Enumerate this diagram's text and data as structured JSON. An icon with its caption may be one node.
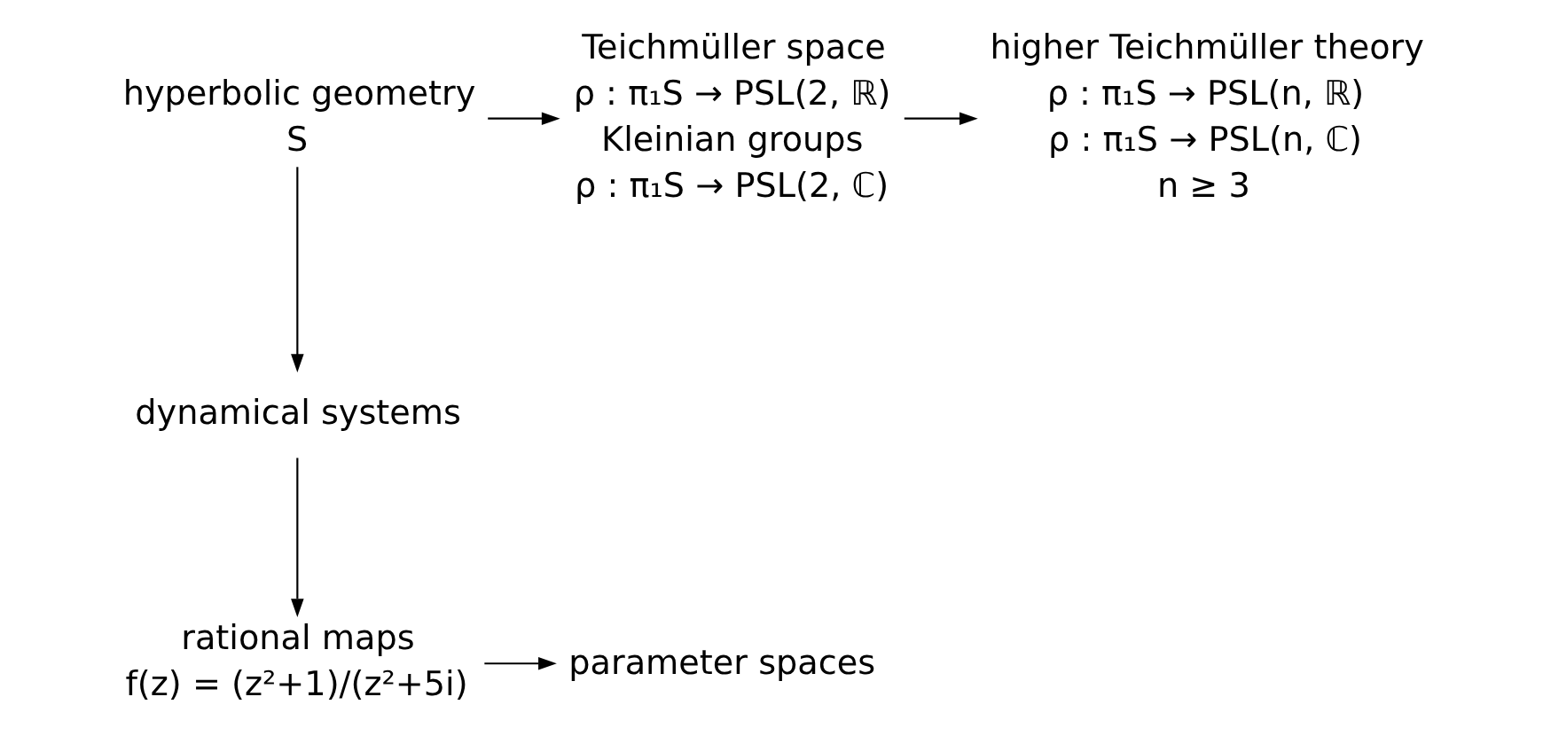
{
  "diagram": {
    "nodes": [
      {
        "text": [
          "hyperbolic geometry",
          "S"
        ]
      },
      {
        "text": [
          "Teichmüller space",
          "ρ : π₁S → PSL(2, ℝ)",
          "Kleinian groups",
          "ρ : π₁S → PSL(2, ℂ)"
        ]
      },
      {
        "text": [
          "higher Teichmüller theory",
          "ρ : π₁S → PSL(n, ℝ)",
          "ρ : π₁S → PSL(n, ℂ)",
          "n ≥ 3"
        ]
      },
      {
        "text": [
          "dynamical systems"
        ]
      },
      {
        "text": [
          "rational maps",
          "f(z) = (z²+1)/(z²+5i)"
        ]
      },
      {
        "text": [
          "parameter spaces"
        ]
      }
    ],
    "edges": [
      {
        "from": 0,
        "to": 1,
        "arrow": "to"
      },
      {
        "from": 1,
        "to": 2,
        "arrow": "to"
      },
      {
        "from": 0,
        "to": 3,
        "arrow": "to"
      },
      {
        "from": 3,
        "to": 4,
        "arrow": "to"
      },
      {
        "from": 4,
        "to": 5,
        "arrow": "to"
      }
    ]
  }
}
